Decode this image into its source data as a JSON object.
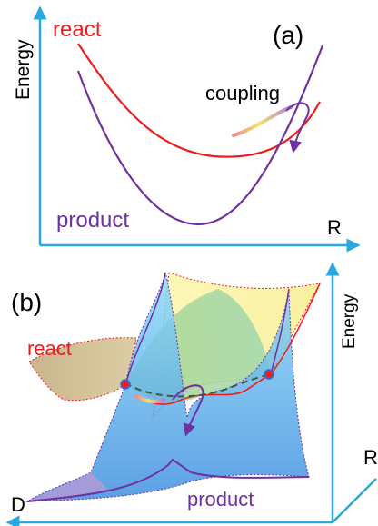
{
  "panel_a": {
    "label": "(a)",
    "y_axis_label": "Energy",
    "x_axis_label": "R",
    "react_label": "react",
    "product_label": "product",
    "coupling_label": "coupling"
  },
  "panel_b": {
    "label": "(b)",
    "react_label": "react",
    "product_label": "product",
    "energy_axis_label": "Energy",
    "r_axis_label": "R",
    "d_axis_label": "D"
  },
  "colors": {
    "react": "#ee1c1c",
    "product": "#7030a0",
    "axis": "#29a8e0",
    "transition": "#f4e36b",
    "surface_blue": "#7fd2f5",
    "surface_yellow": "#fbf39c",
    "surface_brown": "#c8b48a",
    "dashed_path": "#3c5a3c"
  }
}
